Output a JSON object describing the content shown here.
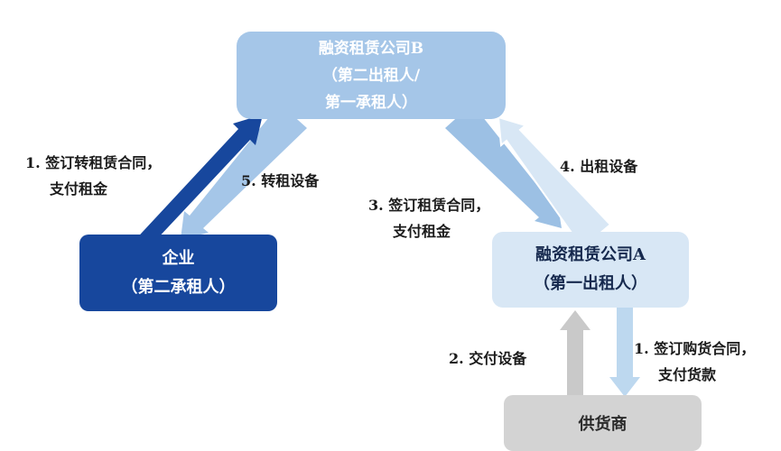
{
  "diagram": {
    "background": "#ffffff",
    "nodes": {
      "company_b": {
        "line1": "融资租赁公司B",
        "line2": "（第二出租人/",
        "line3": "第一承租人）",
        "bg": "#a5c6e8",
        "text": "#ffffff"
      },
      "enterprise": {
        "line1": "企业",
        "line2": "（第二承租人）",
        "bg": "#17479d",
        "text": "#ffffff"
      },
      "company_a": {
        "line1": "融资租赁公司A",
        "line2": "（第一出租人）",
        "bg": "#d8e7f5",
        "text": "#16294e"
      },
      "supplier": {
        "line1": "供货商",
        "bg": "#d3d3d3",
        "text": "#2b2b2b"
      }
    },
    "edges": {
      "sign_sublease": {
        "line1": "1. 签订转租赁合同，",
        "line2": "支付租金",
        "from": "enterprise",
        "to": "company_b",
        "color": "#17479d"
      },
      "sublease_equipment": {
        "line1": "5. 转租设备",
        "from": "company_b",
        "to": "enterprise",
        "color": "#a5c6e8"
      },
      "sign_lease": {
        "line1": "3. 签订租赁合同，",
        "line2": "支付租金",
        "from": "company_b",
        "to": "company_a",
        "color": "#9cc0e4"
      },
      "lease_equipment": {
        "line1": "4. 出租设备",
        "from": "company_a",
        "to": "company_b",
        "color": "#d8e7f5"
      },
      "deliver_equipment": {
        "line1": "2. 交付设备",
        "from": "supplier",
        "to": "company_a",
        "color": "#c9c9c9"
      },
      "sign_purchase": {
        "line1": "1. 签订购货合同，",
        "line2": "支付货款",
        "from": "company_a",
        "to": "supplier",
        "color": "#bdd8ef"
      }
    }
  }
}
